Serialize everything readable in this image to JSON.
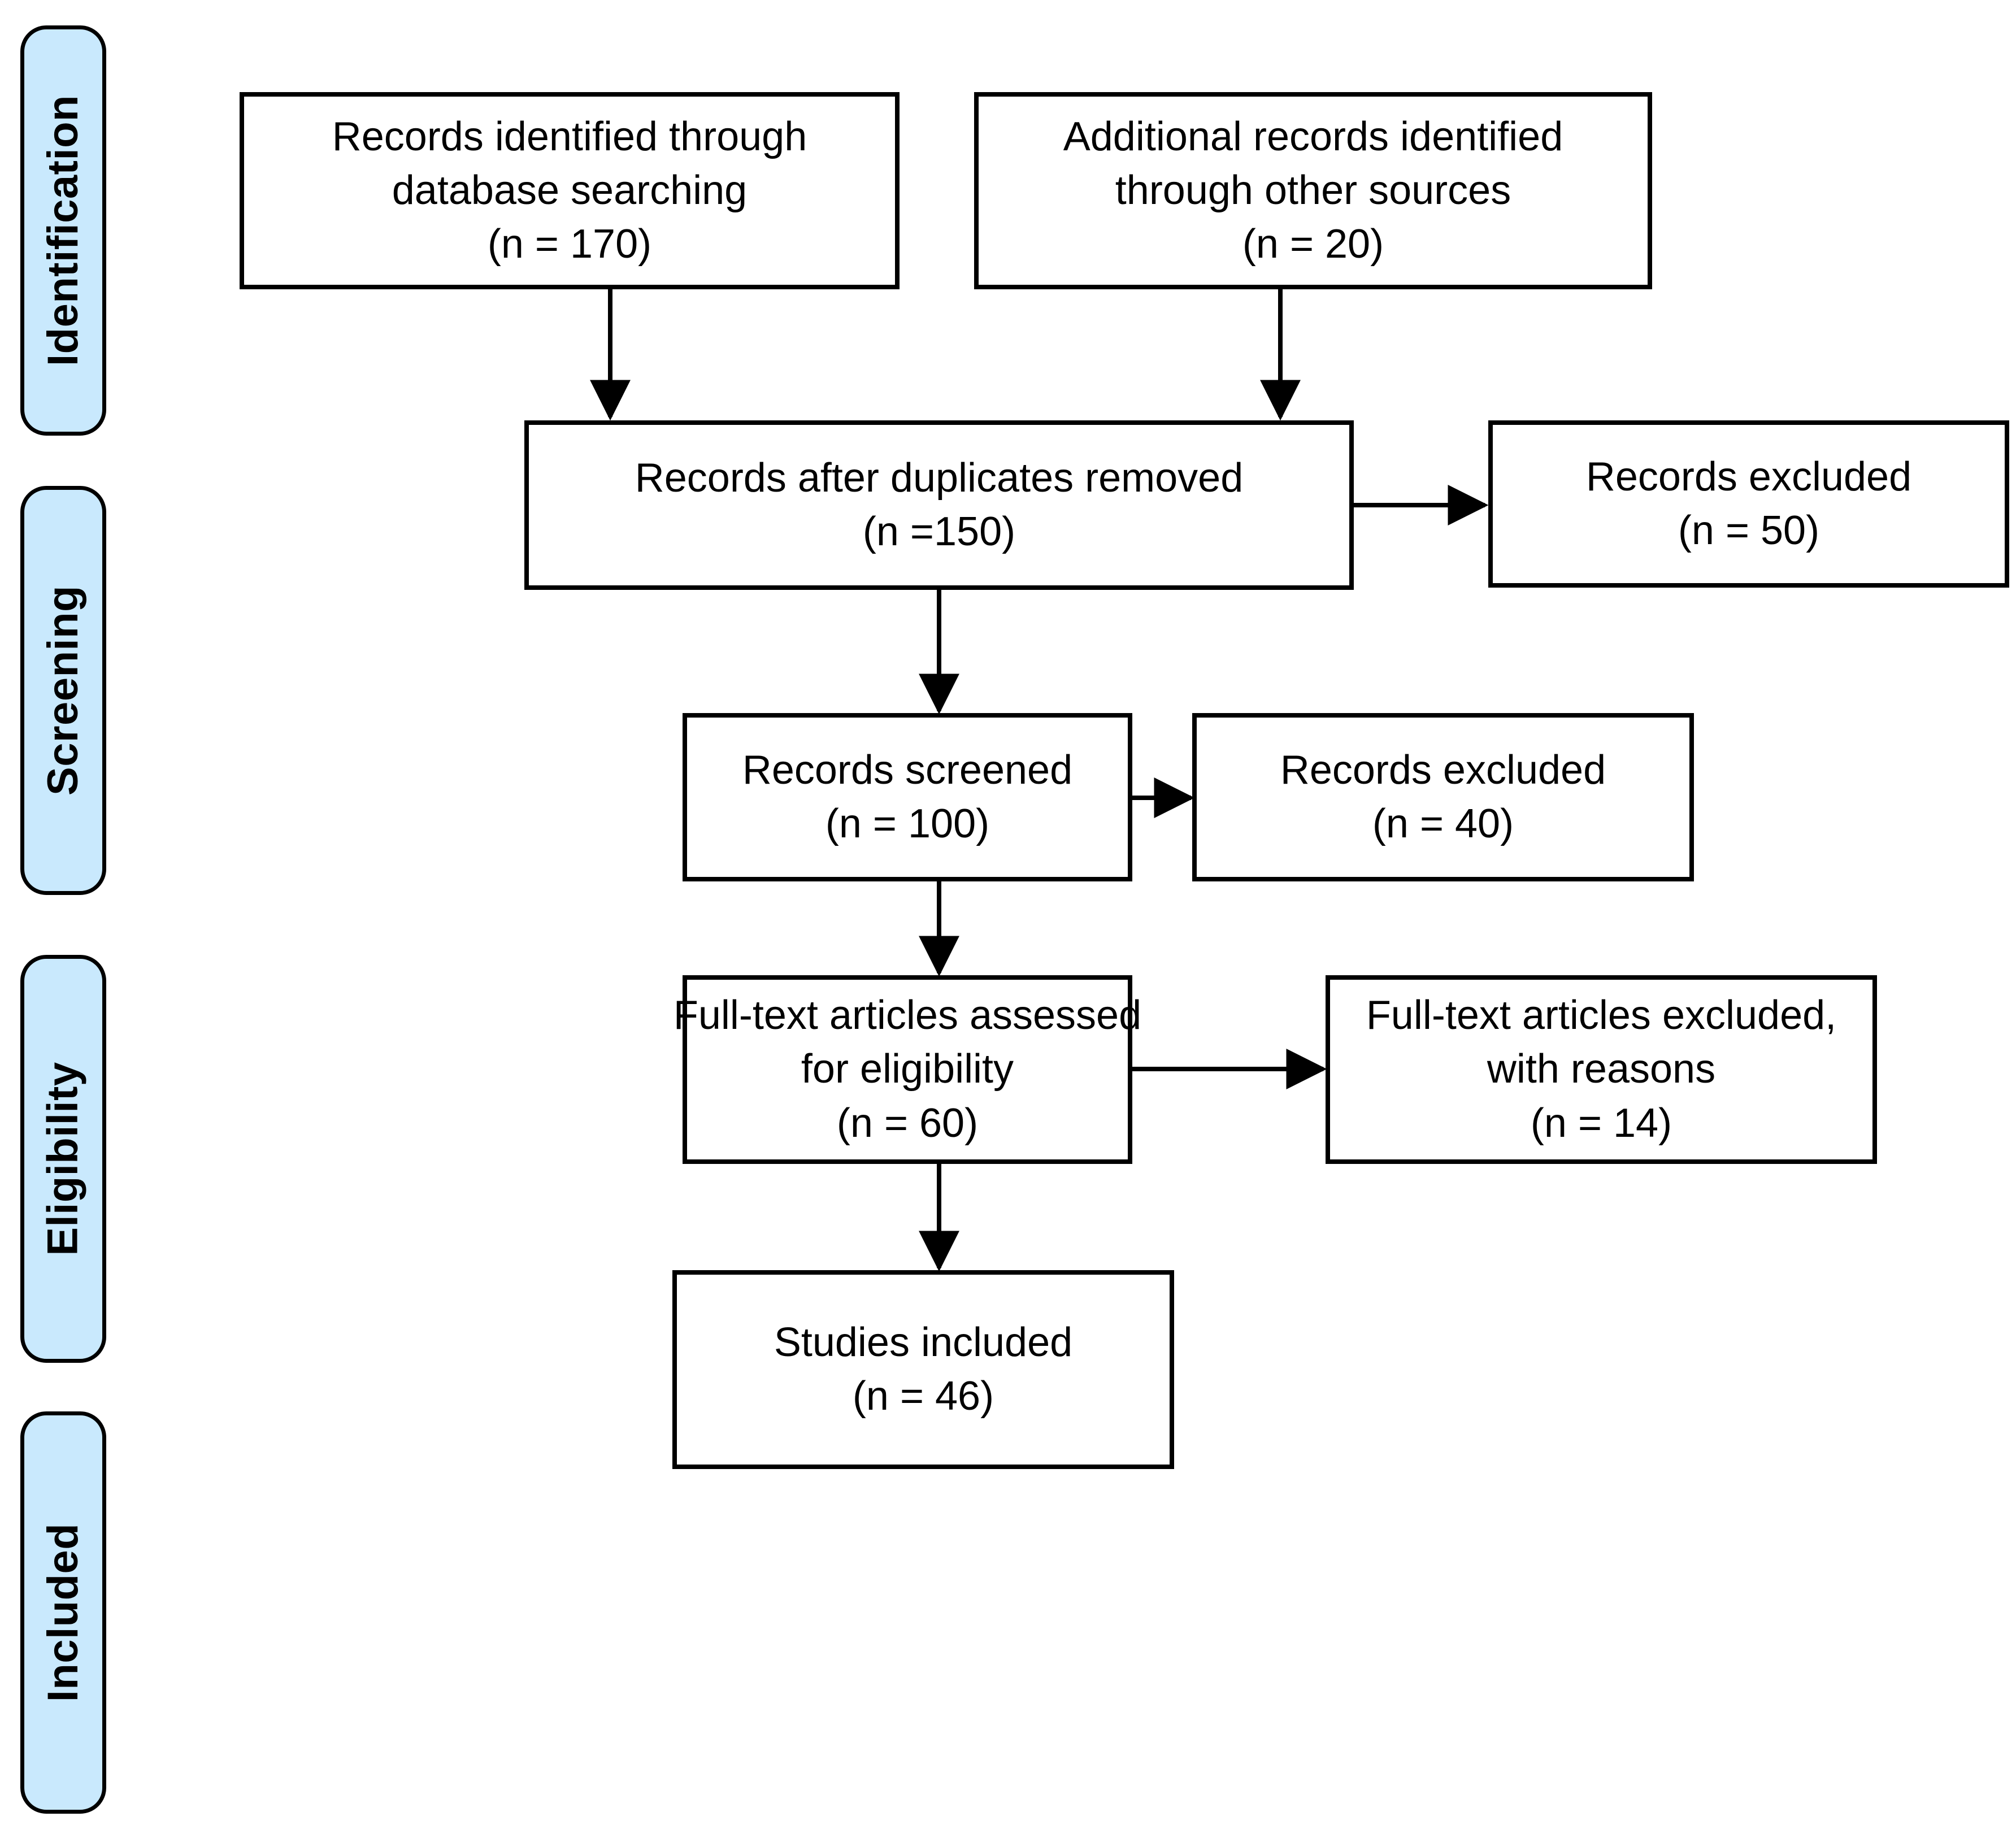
{
  "diagram": {
    "title": "PRISMA flow diagram",
    "type": "flowchart",
    "colors": {
      "stage_fill": "#c9e9fd",
      "stage_border": "#000000",
      "box_fill": "#ffffff",
      "box_border": "#000000",
      "connector": "#000000",
      "background": "#ffffff"
    }
  },
  "stages": [
    {
      "id": "identification",
      "label": "Identification"
    },
    {
      "id": "screening",
      "label": "Screening"
    },
    {
      "id": "eligibility",
      "label": "Eligibility"
    },
    {
      "id": "included",
      "label": "Included"
    }
  ],
  "boxes": {
    "records_identified_database": {
      "id": "records-identified-database",
      "lines": [
        "Records identified through",
        "database searching",
        "(n = 170)"
      ],
      "count_label": "(n = 170)",
      "count": 170
    },
    "additional_records_other": {
      "id": "additional-records-other-sources",
      "lines": [
        "Additional records identified",
        "through other sources",
        "(n = 20)"
      ],
      "count_label": "(n = 20)",
      "count": 20
    },
    "records_after_duplicates": {
      "id": "records-after-duplicates-removed",
      "lines": [
        "Records after duplicates removed",
        "(n =150)"
      ],
      "count_label": "(n =150)",
      "count": 150
    },
    "records_excluded_duplicates": {
      "id": "records-excluded-50",
      "lines": [
        "Records excluded",
        "(n = 50)"
      ],
      "count_label": "(n = 50)",
      "count": 50
    },
    "records_screened": {
      "id": "records-screened",
      "lines": [
        "Records screened",
        "(n = 100)"
      ],
      "count_label": "(n = 100)",
      "count": 100
    },
    "records_excluded_screening": {
      "id": "records-excluded-40",
      "lines": [
        "Records excluded",
        "(n = 40)"
      ],
      "count_label": "(n = 40)",
      "count": 40
    },
    "fulltext_assessed": {
      "id": "full-text-articles-assessed",
      "lines": [
        "Full-text articles assessed",
        "for eligibility",
        "(n = 60)"
      ],
      "count_label": "(n = 60)",
      "count": 60
    },
    "fulltext_excluded": {
      "id": "full-text-articles-excluded",
      "lines": [
        "Full-text articles excluded,",
        "with reasons",
        "(n = 14)"
      ],
      "count_label": "(n = 14)",
      "count": 14
    },
    "studies_included": {
      "id": "studies-included",
      "lines": [
        "Studies included",
        "(n = 46)"
      ],
      "count_label": "(n = 46)",
      "count": 46
    }
  },
  "connectors": [
    {
      "id": "identified-to-duplicates",
      "from": "records_identified_database",
      "to": "records_after_duplicates",
      "direction": "down"
    },
    {
      "id": "additional-to-duplicates",
      "from": "additional_records_other",
      "to": "records_after_duplicates",
      "direction": "down"
    },
    {
      "id": "duplicates-to-excluded50",
      "from": "records_after_duplicates",
      "to": "records_excluded_duplicates",
      "direction": "right"
    },
    {
      "id": "duplicates-to-screened",
      "from": "records_after_duplicates",
      "to": "records_screened",
      "direction": "down"
    },
    {
      "id": "screened-to-excluded40",
      "from": "records_screened",
      "to": "records_excluded_screening",
      "direction": "right"
    },
    {
      "id": "screened-to-fulltext",
      "from": "records_screened",
      "to": "fulltext_assessed",
      "direction": "down"
    },
    {
      "id": "fulltext-to-excluded14",
      "from": "fulltext_assessed",
      "to": "fulltext_excluded",
      "direction": "right"
    },
    {
      "id": "fulltext-to-included",
      "from": "fulltext_assessed",
      "to": "studies_included",
      "direction": "down"
    }
  ]
}
